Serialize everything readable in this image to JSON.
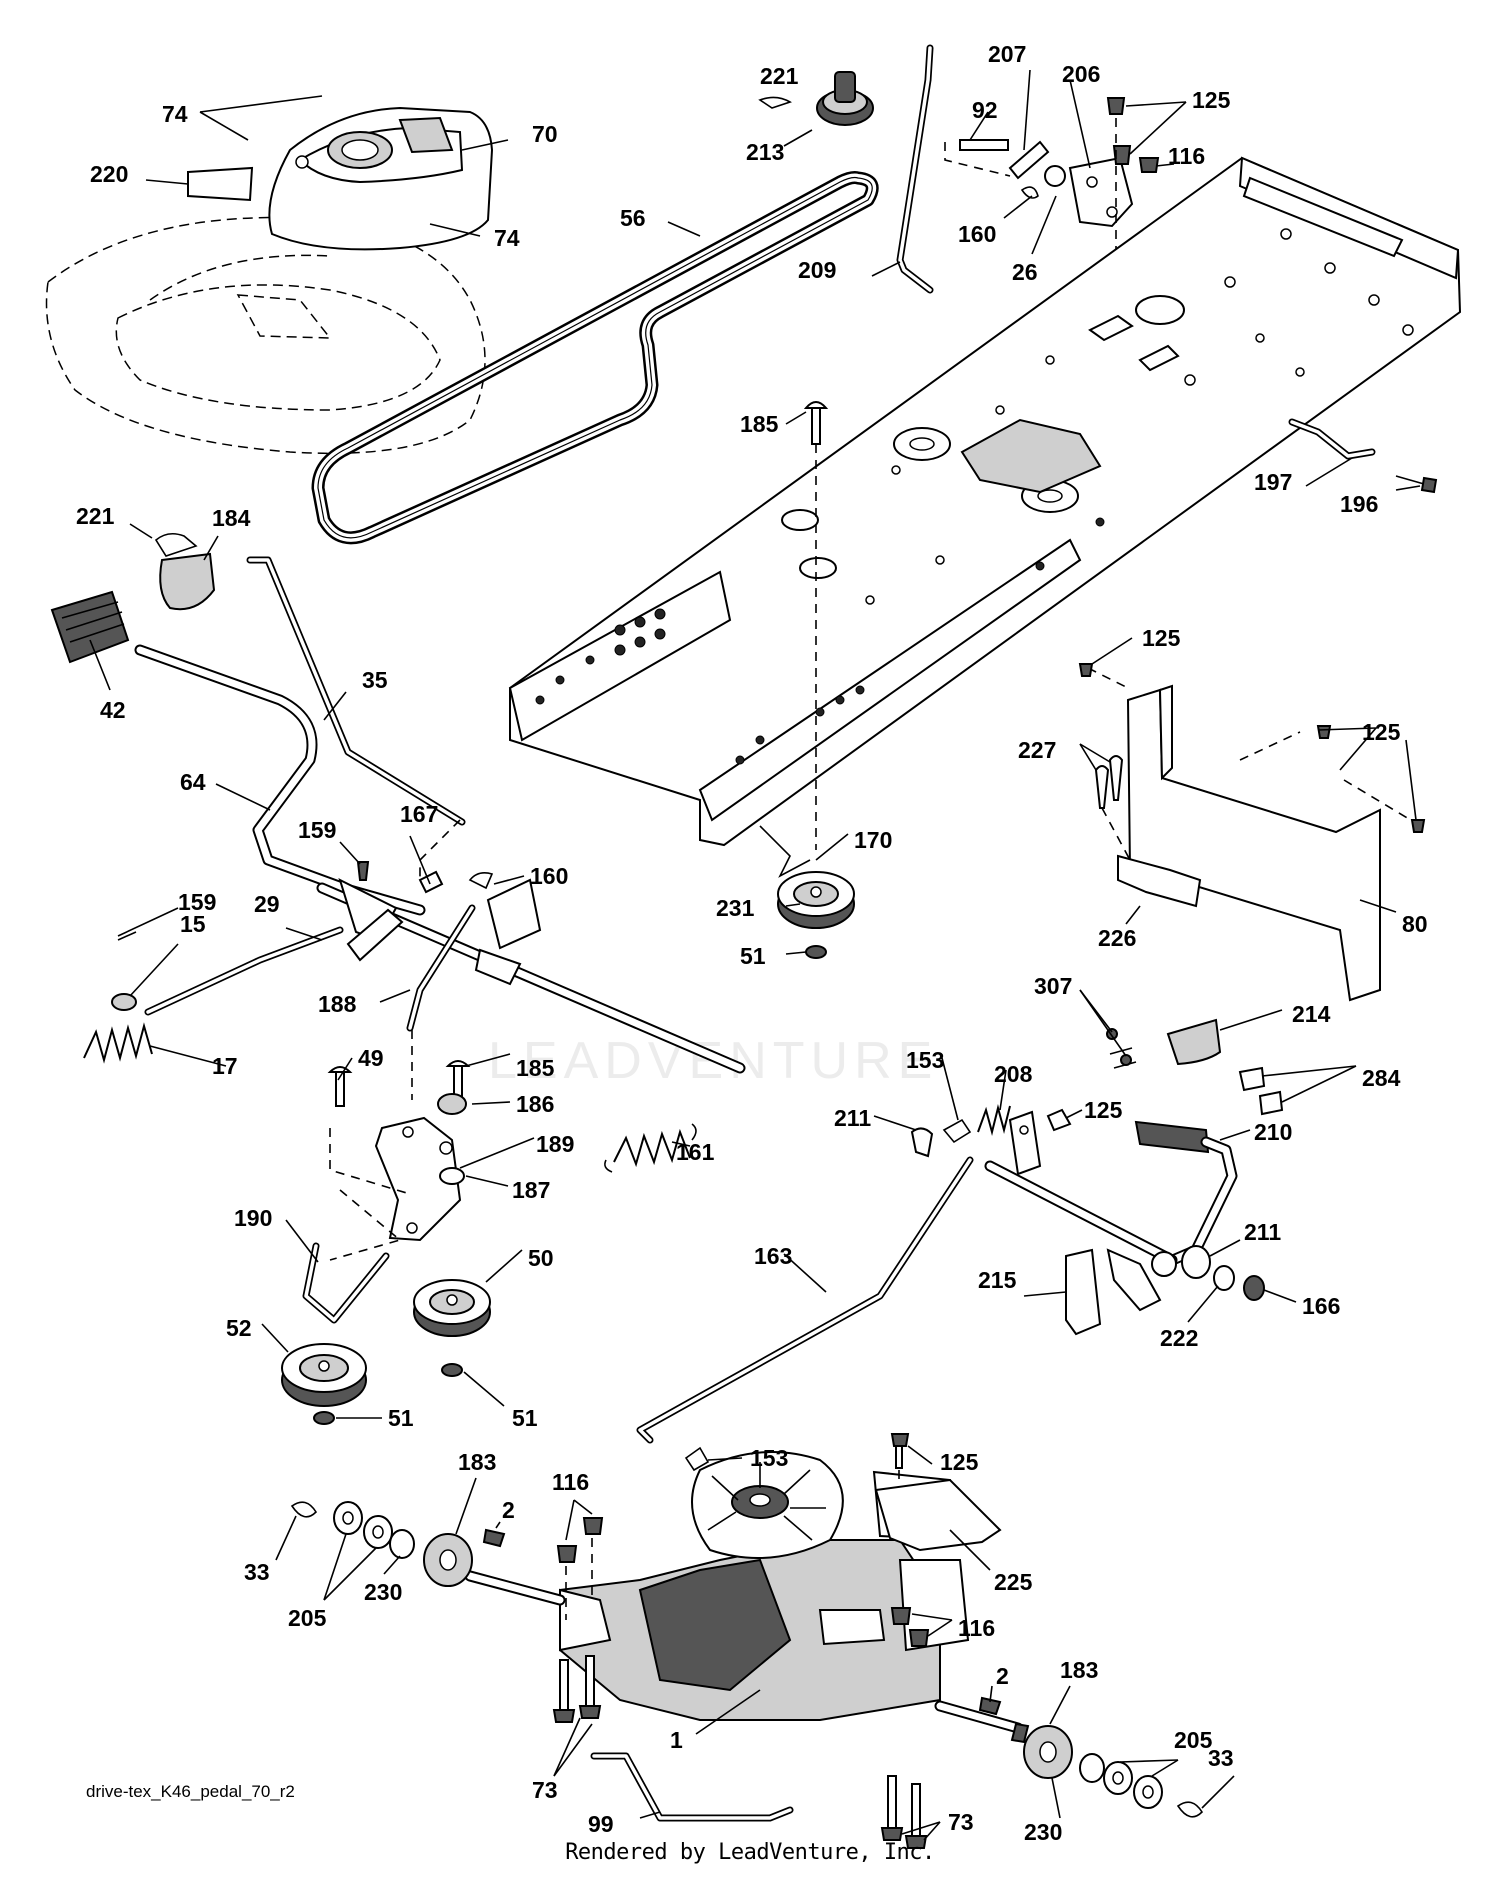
{
  "diagram": {
    "footer_code": "drive-tex_K46_pedal_70_r2",
    "footer_credit": "Rendered by LeadVenture, Inc.",
    "watermark": "LEADVENTURE",
    "labels": {
      "l74a": "74",
      "l70": "70",
      "l220": "220",
      "l74b": "74",
      "l221a": "221",
      "l213": "213",
      "l56": "56",
      "l207": "207",
      "l206": "206",
      "l125a": "125",
      "l92": "92",
      "l116a": "116",
      "l160a": "160",
      "l26": "26",
      "l209": "209",
      "l185a": "185",
      "l197": "197",
      "l196": "196",
      "l221b": "221",
      "l184": "184",
      "l42": "42",
      "l35": "35",
      "l64": "64",
      "l159a": "159",
      "l167": "167",
      "l160b": "160",
      "l29": "29",
      "l159b": "159",
      "l15": "15",
      "l17": "17",
      "l188": "188",
      "l125b": "125",
      "l227": "227",
      "l125c": "125",
      "l170": "170",
      "l231": "231",
      "l51a": "51",
      "l226": "226",
      "l80": "80",
      "l307": "307",
      "l214": "214",
      "l284": "284",
      "l49": "49",
      "l185b": "185",
      "l186": "186",
      "l189": "189",
      "l161": "161",
      "l187": "187",
      "l153a": "153",
      "l208": "208",
      "l125d": "125",
      "l211a": "211",
      "l210": "210",
      "l190": "190",
      "l50": "50",
      "l52": "52",
      "l163": "163",
      "l211b": "211",
      "l215": "215",
      "l166": "166",
      "l222": "222",
      "l51b": "51",
      "l51c": "51",
      "l153b": "153",
      "l125e": "125",
      "l183a": "183",
      "l116b": "116",
      "l2a": "2",
      "l33a": "33",
      "l205a": "205",
      "l230a": "230",
      "l225": "225",
      "l116c": "116",
      "l2b": "2",
      "l183b": "183",
      "l205b": "205",
      "l33b": "33",
      "l1": "1",
      "l73a": "73",
      "l99": "99",
      "l230b": "230",
      "l73b": "73"
    }
  }
}
